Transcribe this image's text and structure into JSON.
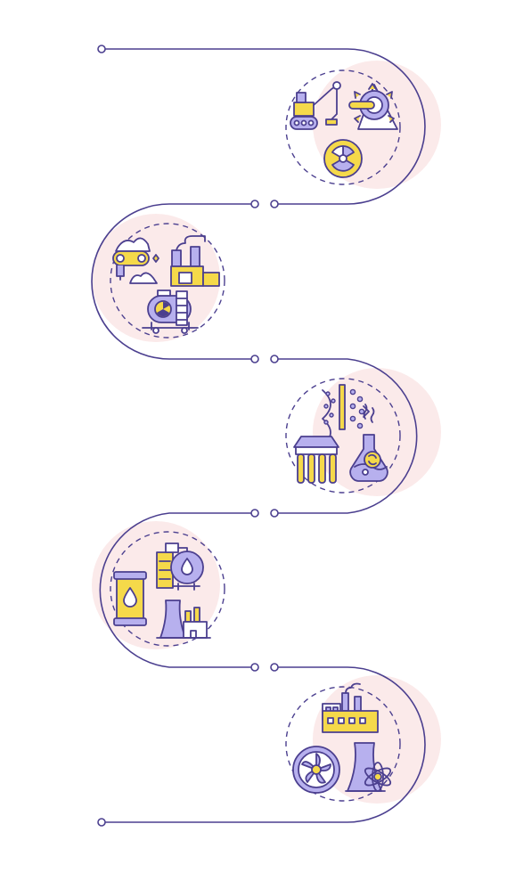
{
  "colors": {
    "line": "#4b3f8f",
    "blob": "#fbeaea",
    "yellow": "#f5d94a",
    "purple": "#b7b0ee",
    "white": "#ffffff"
  },
  "steps": [
    {
      "id": 1,
      "icons": [
        "excavator-icon",
        "bucket-wheel-icon",
        "radiation-icon"
      ]
    },
    {
      "id": 2,
      "icons": [
        "ore-crusher-icon",
        "mill-factory-icon",
        "radioactive-tank-car-icon"
      ]
    },
    {
      "id": 3,
      "icons": [
        "molecular-filter-icon",
        "centrifuge-icon",
        "chemical-flask-icon"
      ]
    },
    {
      "id": 4,
      "icons": [
        "oil-barrel-icon",
        "fuel-tank-icon",
        "power-plant-icon"
      ]
    },
    {
      "id": 5,
      "icons": [
        "factory-icon",
        "turbine-fan-icon",
        "nuclear-plant-icon"
      ]
    }
  ]
}
